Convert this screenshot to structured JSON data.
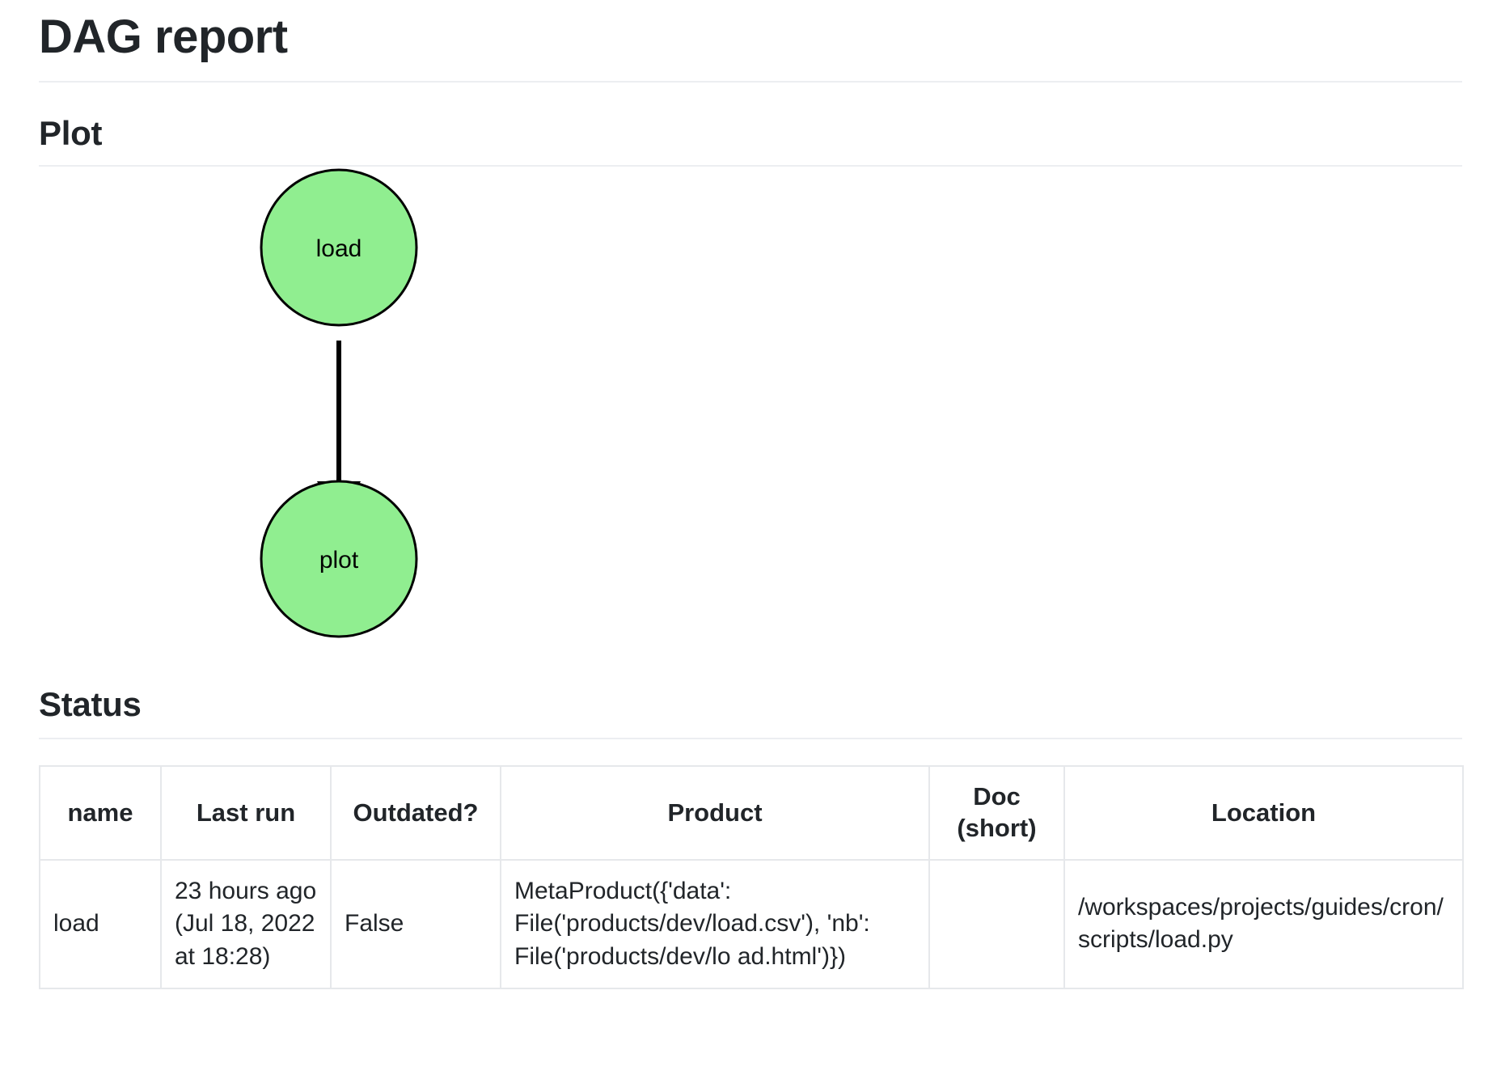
{
  "page": {
    "title": "DAG report"
  },
  "sections": {
    "plot": "Plot",
    "status": "Status"
  },
  "dag": {
    "nodes": [
      {
        "id": "load",
        "label": "load",
        "color": "#90EE90",
        "stroke": "#000000"
      },
      {
        "id": "plot",
        "label": "plot",
        "color": "#90EE90",
        "stroke": "#000000"
      }
    ],
    "edges": [
      {
        "from": "load",
        "to": "plot"
      }
    ]
  },
  "status_table": {
    "columns": [
      "name",
      "Last run",
      "Outdated?",
      "Product",
      "Doc (short)",
      "Location"
    ],
    "columns_multiline": [
      [
        "name"
      ],
      [
        "Last run"
      ],
      [
        "Outdated?"
      ],
      [
        "Product"
      ],
      [
        "Doc",
        "(short)"
      ],
      [
        "Location"
      ]
    ],
    "rows": [
      {
        "name": "load",
        "last_run": "23 hours ago (Jul 18, 2022 at 18:28)",
        "outdated": "False",
        "product": "MetaProduct({'data': File('products/dev/load.csv'), 'nb': File('products/dev/lo ad.html')})",
        "doc_short": "",
        "location": "/workspaces/projects/guides/cron/scripts/load.py"
      }
    ]
  }
}
